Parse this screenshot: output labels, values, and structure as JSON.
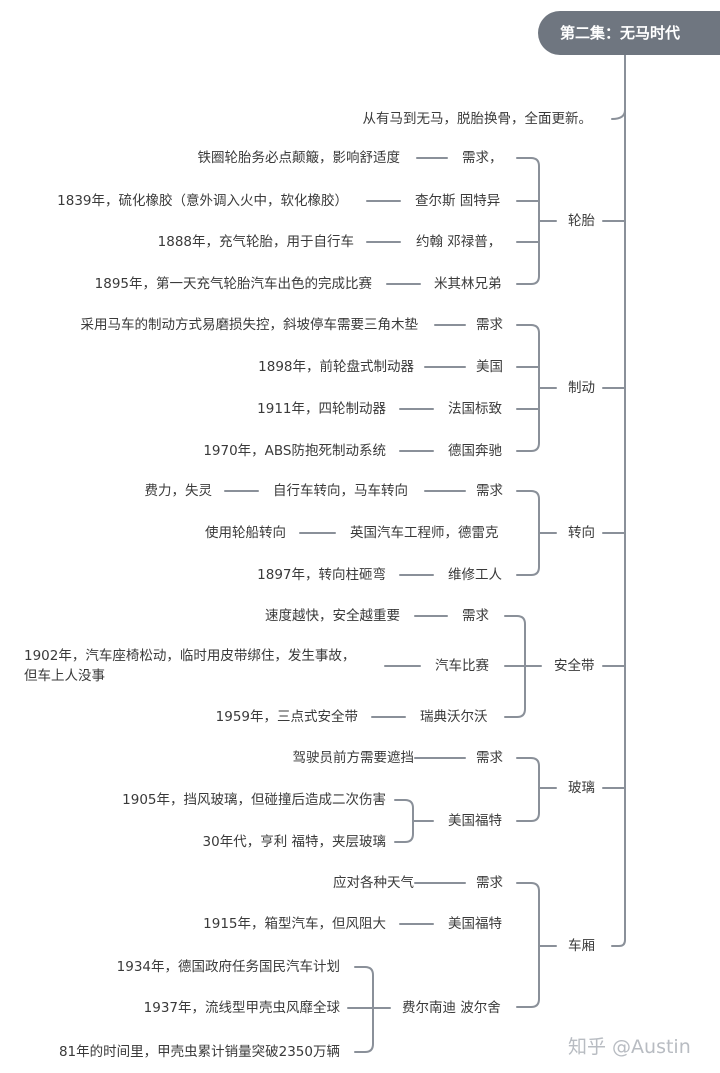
{
  "root": "第二集：无马时代",
  "intro": "从有马到无马，脱胎换骨，全面更新。",
  "branches": {
    "tires": {
      "label": "轮胎",
      "items": [
        {
          "who": "需求，",
          "detail": "铁圈轮胎务必点颠簸，影响舒适度"
        },
        {
          "who": "查尔斯 固特异",
          "detail": "1839年，硫化橡胶（意外调入火中，软化橡胶）"
        },
        {
          "who": "约翰 邓禄普，",
          "detail": "1888年，充气轮胎，用于自行车"
        },
        {
          "who": "米其林兄弟",
          "detail": "1895年，第一天充气轮胎汽车出色的完成比赛"
        }
      ]
    },
    "brakes": {
      "label": "制动",
      "items": [
        {
          "who": "需求",
          "detail": "采用马车的制动方式易磨损失控，斜坡停车需要三角木垫"
        },
        {
          "who": "美国",
          "detail": "1898年，前轮盘式制动器"
        },
        {
          "who": "法国标致",
          "detail": "1911年，四轮制动器"
        },
        {
          "who": "德国奔驰",
          "detail": "1970年，ABS防抱死制动系统"
        }
      ]
    },
    "steering": {
      "label": "转向",
      "items": [
        {
          "who": "需求",
          "mid": "自行车转向，马车转向",
          "detail": "费力，失灵"
        },
        {
          "who": "英国汽车工程师，德雷克",
          "detail": "使用轮船转向"
        },
        {
          "who": "维修工人",
          "detail": "1897年，转向柱砸弯"
        }
      ]
    },
    "seatbelt": {
      "label": "安全带",
      "items": [
        {
          "who": "需求",
          "detail": "速度越快，安全越重要"
        },
        {
          "who": "汽车比赛",
          "detail_line1": "1902年，汽车座椅松动，临时用皮带绑住，发生事故，",
          "detail_line2": "但车上人没事"
        },
        {
          "who": "瑞典沃尔沃",
          "detail": "1959年，三点式安全带"
        }
      ]
    },
    "glass": {
      "label": "玻璃",
      "items": [
        {
          "who": "需求",
          "detail": "驾驶员前方需要遮挡"
        },
        {
          "who": "美国福特",
          "details": [
            "1905年，挡风玻璃，但碰撞后造成二次伤害",
            "30年代，亨利 福特，夹层玻璃"
          ]
        }
      ]
    },
    "body": {
      "label": "车厢",
      "items": [
        {
          "who": "需求",
          "detail": "应对各种天气"
        },
        {
          "who": "美国福特",
          "detail": "1915年，箱型汽车，但风阻大"
        },
        {
          "who": "费尔南迪 波尔舍",
          "details": [
            "1934年，德国政府任务国民汽车计划",
            "1937年，流线型甲壳虫风靡全球",
            "81年的时间里，甲壳虫累计销量突破2350万辆"
          ]
        }
      ]
    }
  },
  "watermark": "知乎 @Austin",
  "colors": {
    "line": "#8a9099",
    "root_bg": "#6f7680"
  }
}
